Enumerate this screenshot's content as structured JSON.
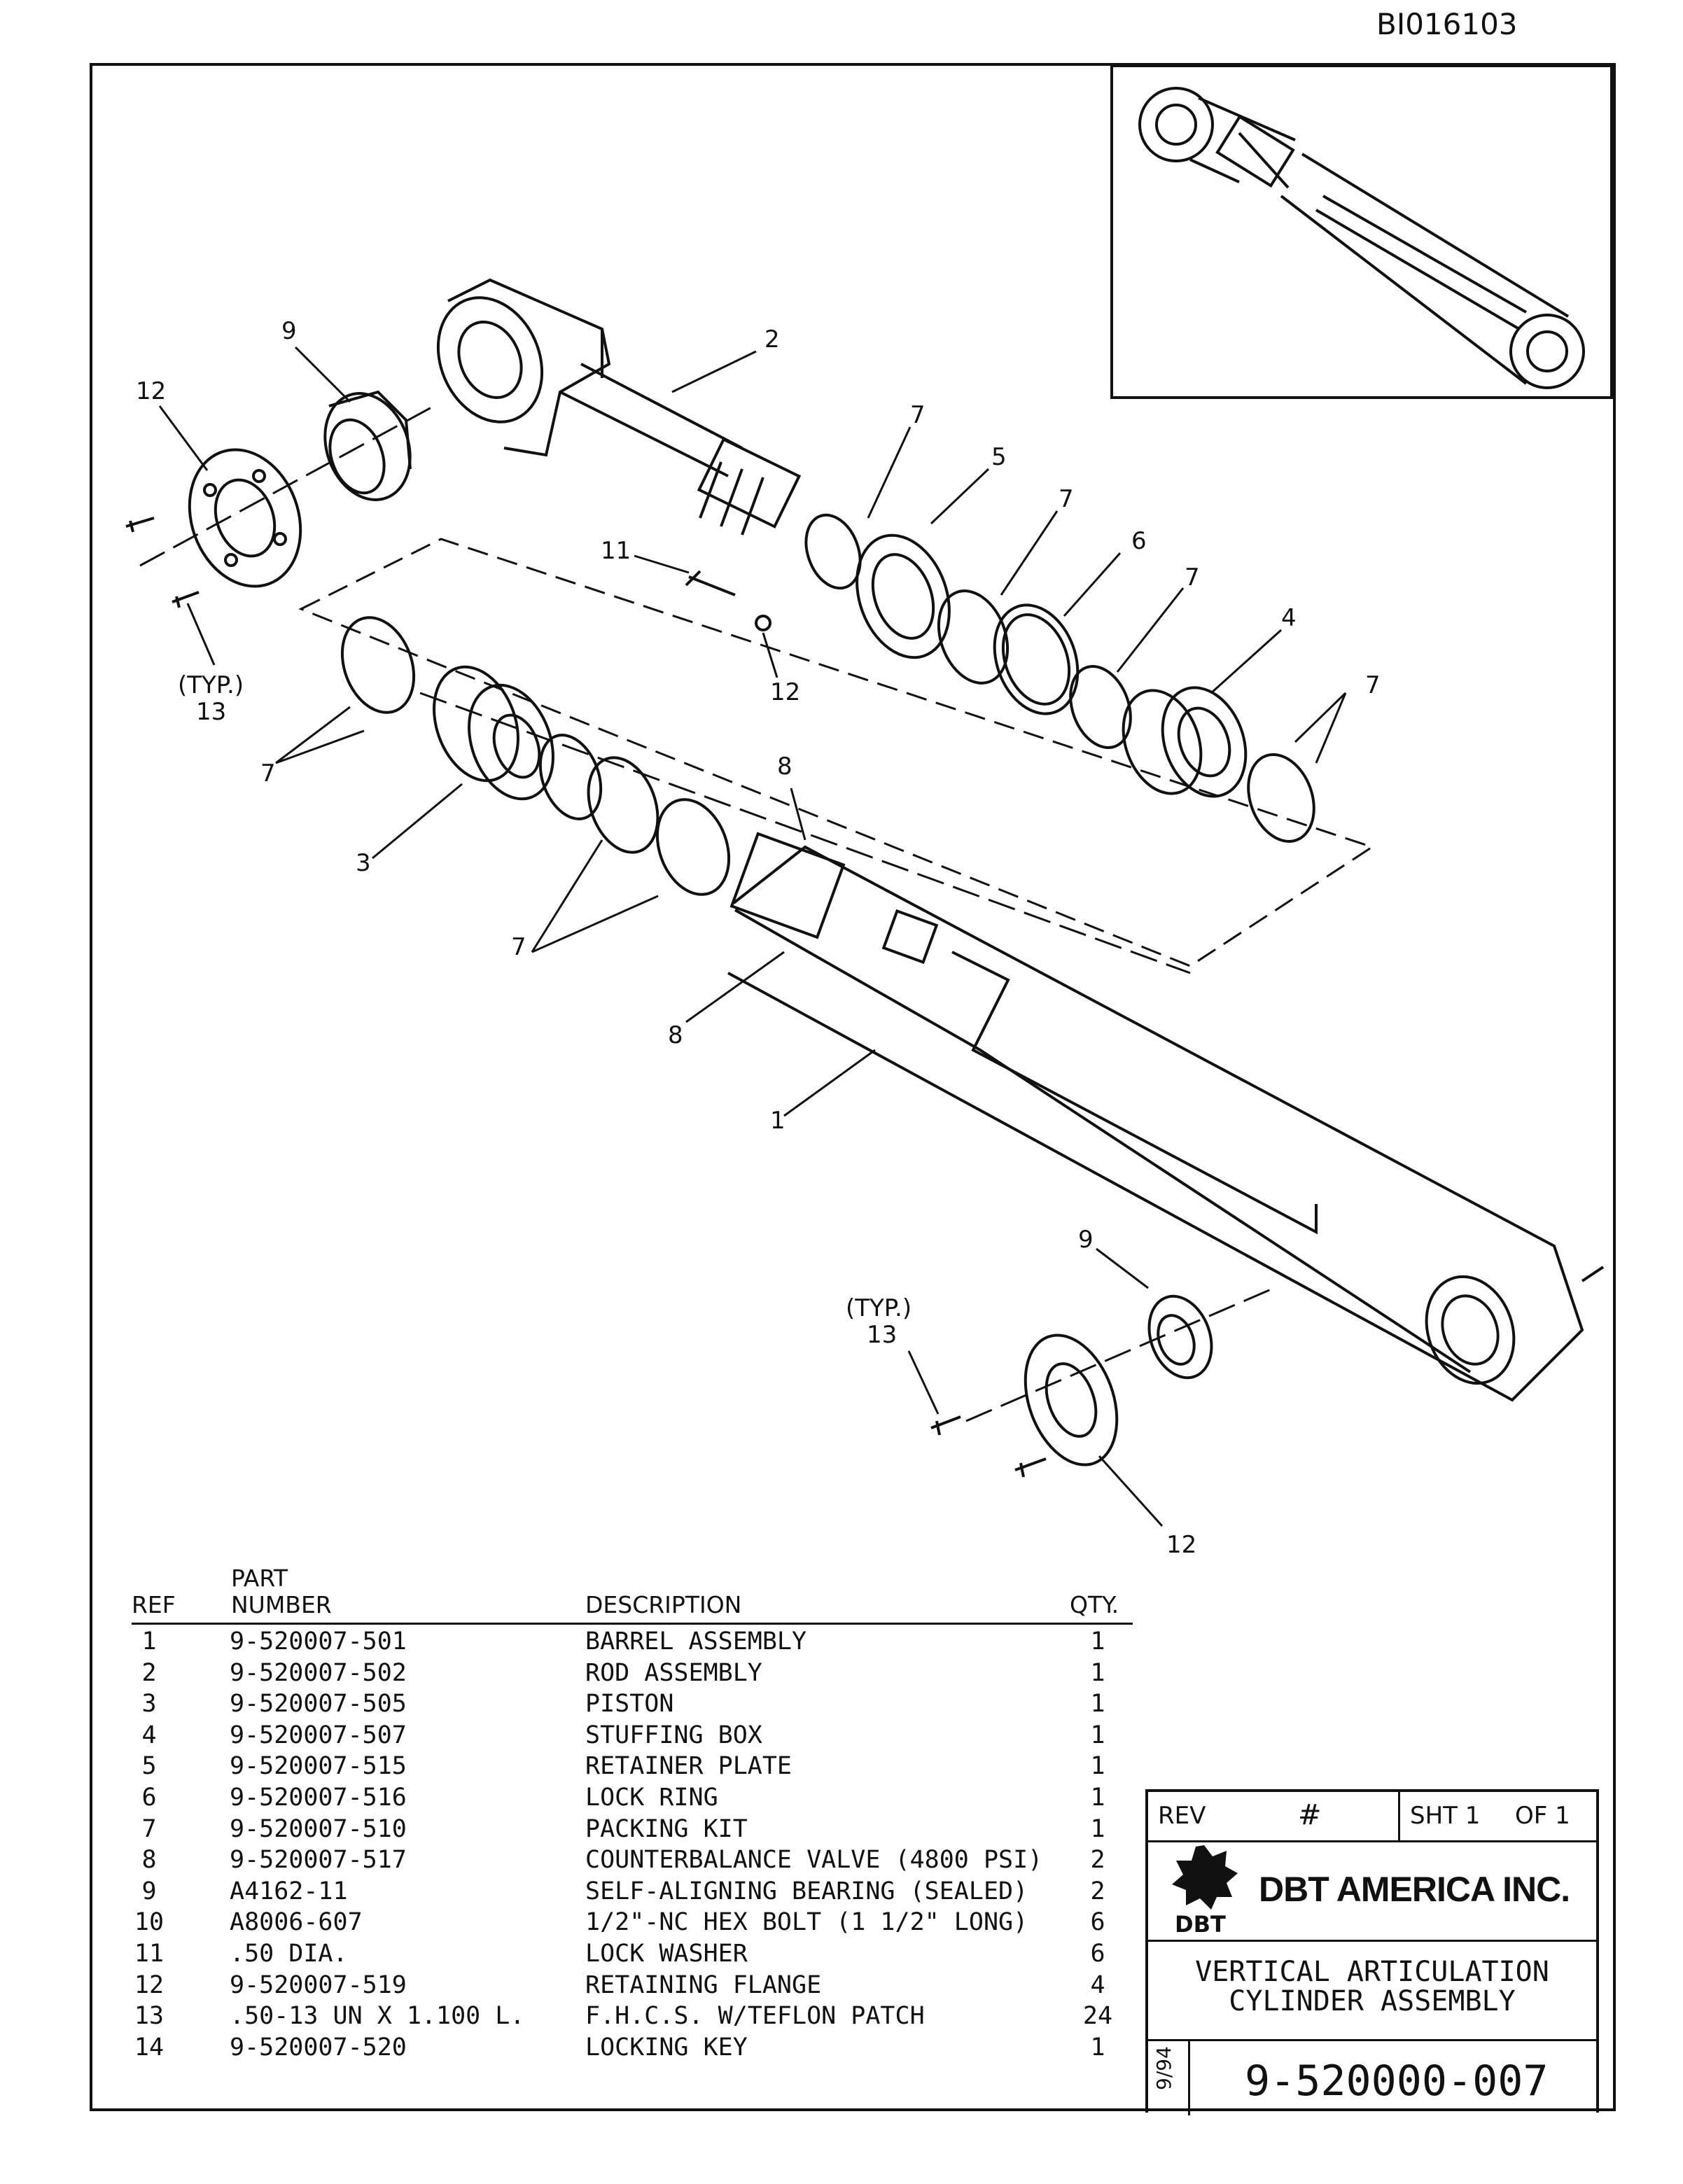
{
  "document_id": "BI016103",
  "callouts": {
    "c1": "1",
    "c2": "2",
    "c3": "3",
    "c4": "4",
    "c5": "5",
    "c6": "6",
    "c7": "7",
    "c8": "8",
    "c9": "9",
    "c11": "11",
    "c12": "12",
    "c13": "13",
    "typ": "(TYP.)"
  },
  "parts_table": {
    "headers": {
      "ref": "REF",
      "part_top": "PART",
      "part_bottom": "NUMBER",
      "description": "DESCRIPTION",
      "qty": "QTY."
    },
    "rows": [
      {
        "ref": "1",
        "part": "9-520007-501",
        "desc": "BARREL ASSEMBLY",
        "qty": "1"
      },
      {
        "ref": "2",
        "part": "9-520007-502",
        "desc": "ROD ASSEMBLY",
        "qty": "1"
      },
      {
        "ref": "3",
        "part": "9-520007-505",
        "desc": "PISTON",
        "qty": "1"
      },
      {
        "ref": "4",
        "part": "9-520007-507",
        "desc": "STUFFING BOX",
        "qty": "1"
      },
      {
        "ref": "5",
        "part": "9-520007-515",
        "desc": "RETAINER PLATE",
        "qty": "1"
      },
      {
        "ref": "6",
        "part": "9-520007-516",
        "desc": "LOCK RING",
        "qty": "1"
      },
      {
        "ref": "7",
        "part": "9-520007-510",
        "desc": "PACKING KIT",
        "qty": "1"
      },
      {
        "ref": "8",
        "part": "9-520007-517",
        "desc": "COUNTERBALANCE VALVE (4800 PSI)",
        "qty": "2"
      },
      {
        "ref": "9",
        "part": "A4162-11",
        "desc": "SELF-ALIGNING BEARING (SEALED)",
        "qty": "2"
      },
      {
        "ref": "10",
        "part": "A8006-607",
        "desc": "1/2\"-NC HEX BOLT (1 1/2\" LONG)",
        "qty": "6"
      },
      {
        "ref": "11",
        "part": ".50 DIA.",
        "desc": "LOCK WASHER",
        "qty": "6"
      },
      {
        "ref": "12",
        "part": "9-520007-519",
        "desc": "RETAINING FLANGE",
        "qty": "4"
      },
      {
        "ref": "13",
        "part": ".50-13 UN X 1.100 L.",
        "desc": "F.H.C.S. W/TEFLON PATCH",
        "qty": "24"
      },
      {
        "ref": "14",
        "part": "9-520007-520",
        "desc": "LOCKING KEY",
        "qty": "1"
      }
    ]
  },
  "title_block": {
    "rev_label": "REV",
    "rev_value": "#",
    "sheet_label": "SHT 1",
    "of_label": "OF 1",
    "company": "DBT AMERICA INC.",
    "logo_text": "DBT",
    "title_line1": "VERTICAL ARTICULATION",
    "title_line2": "CYLINDER ASSEMBLY",
    "date": "9/94",
    "drawing_number": "9-520000-007"
  }
}
